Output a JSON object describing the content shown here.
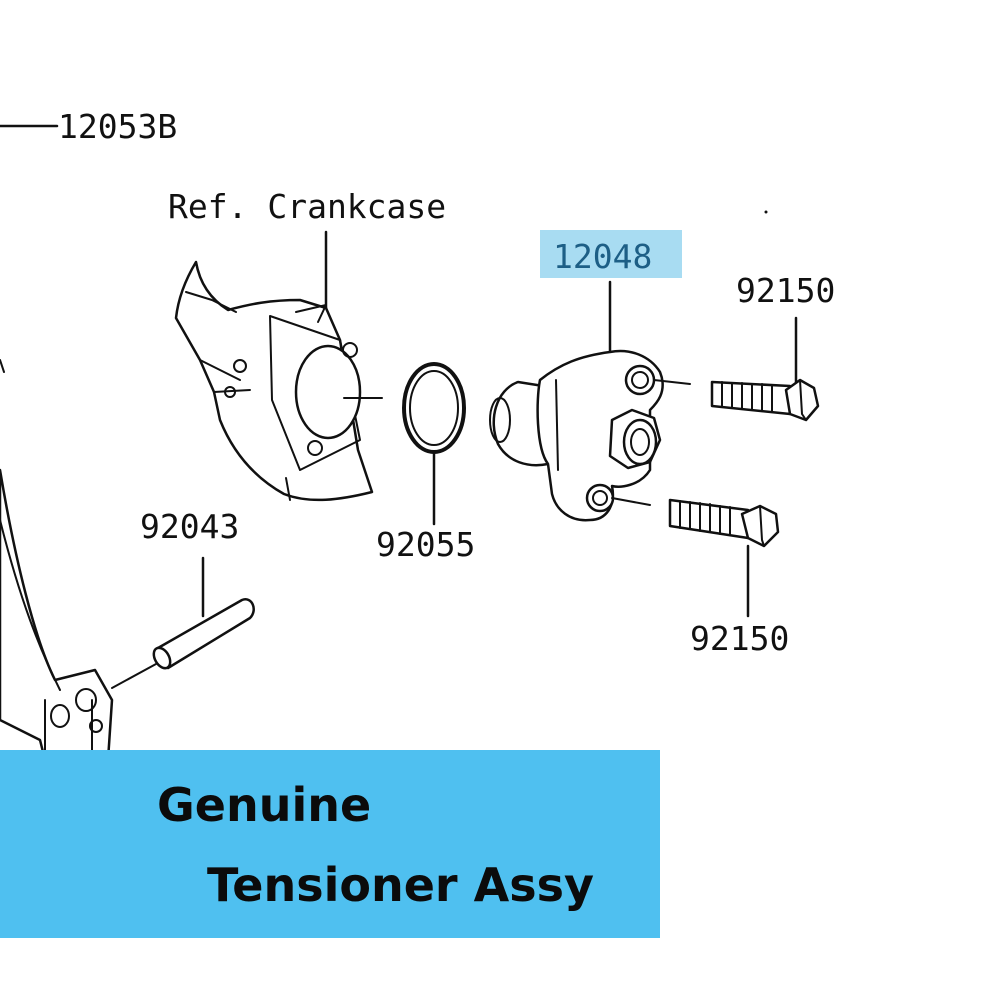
{
  "colors": {
    "banner": "#4fc0f0",
    "highlight": "#a8dcf2",
    "ink": "#111111"
  },
  "labels": {
    "l12053b": "12053B",
    "ref_crankcase": "Ref. Crankcase",
    "l12048": "12048",
    "l92150_top": "92150",
    "l92150_bottom": "92150",
    "l92043": "92043",
    "l92055": "92055"
  },
  "banner": {
    "line1": "Genuine",
    "line2": "Tensioner Assy"
  }
}
